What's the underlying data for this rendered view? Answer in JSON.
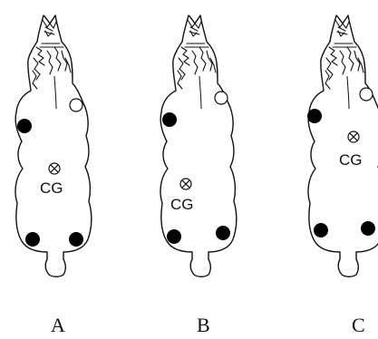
{
  "panels": [
    {
      "id": "A",
      "letter": "A",
      "cg_label": "CG"
    },
    {
      "id": "B",
      "letter": "B",
      "cg_label": "CG"
    },
    {
      "id": "C",
      "letter": "C",
      "cg_label": "CG"
    }
  ],
  "colors": {
    "line": "#111111",
    "filled_point": "#000000",
    "background": "#ffffff"
  }
}
